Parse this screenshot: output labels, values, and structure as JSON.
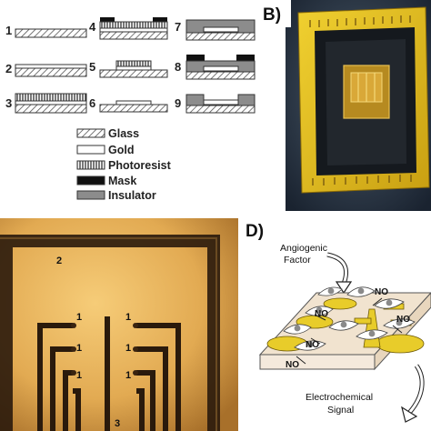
{
  "panel_a": {
    "steps": [
      "1",
      "2",
      "3",
      "4",
      "5",
      "6",
      "7",
      "8",
      "9"
    ],
    "legend": [
      {
        "label": "Glass",
        "pattern": "hatch"
      },
      {
        "label": "Gold",
        "pattern": "white"
      },
      {
        "label": "Photoresist",
        "pattern": "vertical"
      },
      {
        "label": "Mask",
        "pattern": "black"
      },
      {
        "label": "Insulator",
        "pattern": "gray"
      }
    ]
  },
  "panel_b": {
    "label": "B)"
  },
  "panel_c": {
    "labels": [
      "2",
      "1",
      "1",
      "1",
      "1",
      "1",
      "1",
      "3"
    ]
  },
  "panel_d": {
    "label": "D)",
    "angiogenic": [
      "Angiogenic",
      "Factor"
    ],
    "electrochemical": [
      "Electrochemical",
      "Signal"
    ],
    "no_label": "NO"
  },
  "colors": {
    "gold_photo": "#e8b55a",
    "chip_yellow": "#e6c020",
    "electrode_yellow": "#e8cc2a",
    "insulator": "#8c8c8c",
    "mask": "#111111"
  }
}
